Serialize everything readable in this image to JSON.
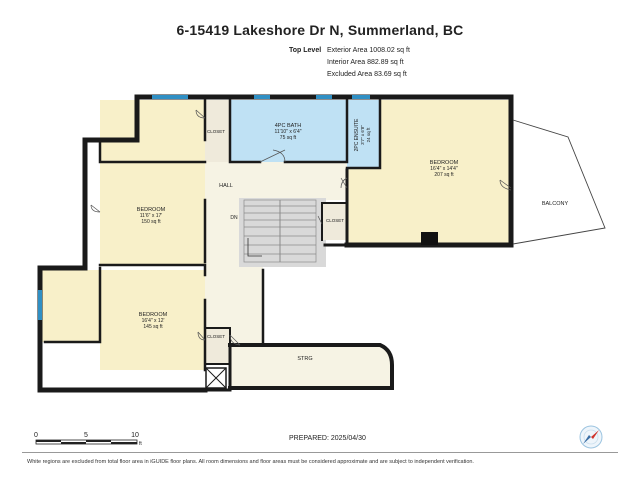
{
  "title": "6-15419 Lakeshore Dr N, Summerland, BC",
  "area_summary": {
    "level_label": "Top Level",
    "lines": [
      "Exterior Area 1008.02 sq ft",
      "Interior Area 882.89 sq ft",
      "Excluded Area 83.69 sq ft"
    ]
  },
  "rooms": {
    "closet_top": "CLOSET",
    "bath": {
      "name": "4PC BATH",
      "dims": "11'10\" x 6'4\"",
      "area": "75 sq ft"
    },
    "ensuite": {
      "name": "2PC ENSUITE",
      "dims": "3'7\" x 6'8\"",
      "area": "24 sq ft"
    },
    "bedroom_right": {
      "name": "BEDROOM",
      "dims": "16'4\" x 14'4\"",
      "area": "207 sq ft"
    },
    "balcony": "BALCONY",
    "bedroom_left": {
      "name": "BEDROOM",
      "dims": "11'6\" x 17'",
      "area": "150 sq ft"
    },
    "hall": "HALL",
    "dn": "DN",
    "closet_mid": "CLOSET",
    "bedroom_bottom": {
      "name": "BEDROOM",
      "dims": "16'4\" x 12'",
      "area": "145 sq ft"
    },
    "closet_bottom": "CLOSET",
    "storage": "STRG"
  },
  "scale": {
    "labels": [
      "0",
      "5",
      "10"
    ],
    "unit": "ft"
  },
  "prepared": "PREPARED: 2025/04/30",
  "disclaimer": "White regions are excluded from total floor area in iGUIDE floor plans. All room dimensions and floor areas must be considered approximate and are subject to independent verification.",
  "colors": {
    "bedroom": "#f8f0c9",
    "bath": "#bfe1f4",
    "hall": "#f6f3e4",
    "stairs": "#d9d9d9",
    "wall": "#1a1a1a",
    "window": "#2f8fc4"
  },
  "icons": {
    "compass": "compass-icon"
  }
}
